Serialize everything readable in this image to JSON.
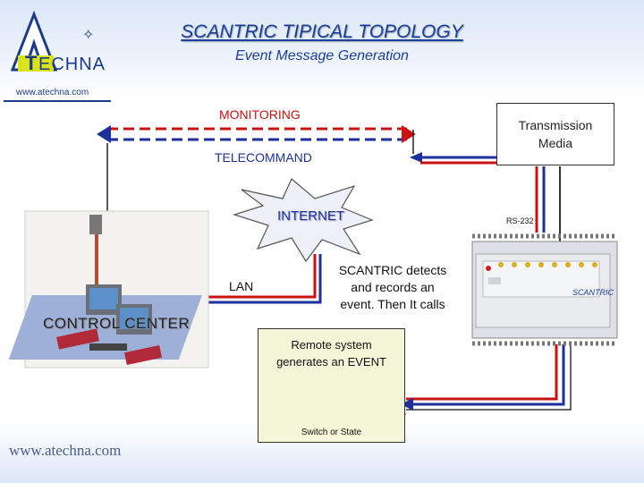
{
  "header": {
    "title": "SCANTRIC TIPICAL TOPOLOGY",
    "subtitle": "Event Message Generation",
    "website_small": "www.atechna.com",
    "logo_text": "ECHNA",
    "logo_letter": "A",
    "logo_letter2": "T"
  },
  "links": {
    "monitoring": "MONITORING",
    "telecommand": "TELECOMMAND",
    "monitoring_color": "#cc1010",
    "telecommand_color": "#1c2f9a"
  },
  "transmission": {
    "label_line1": "Transmission",
    "label_line2": "Media",
    "port": "RS-232"
  },
  "network": {
    "internet": "INTERNET",
    "lan": "LAN"
  },
  "device": {
    "description_line1": "SCANTRIC detects",
    "description_line2": "and records an",
    "description_line3": "event. Then It calls",
    "brand": "SCANTRIC"
  },
  "remote": {
    "line1": "Remote system",
    "line2": "generates an EVENT",
    "switch_label": "Switch or State"
  },
  "control_center": {
    "label": "CONTROL CENTER"
  },
  "footer": {
    "website": "www.atechna.com"
  }
}
